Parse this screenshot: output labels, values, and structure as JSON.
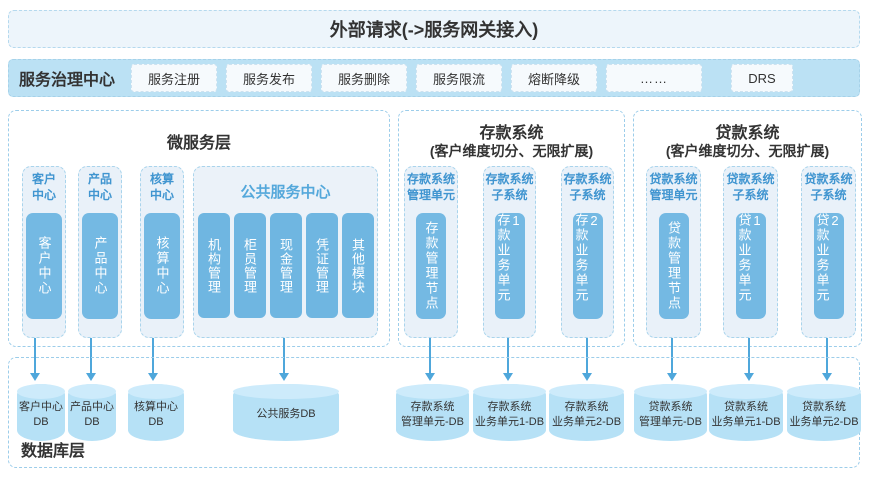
{
  "colors": {
    "accent_blue": "#74b9e3",
    "bar_blue": "#bbe1f4",
    "panel_border_blue": "#9ccdea",
    "header_text_blue": "#4095d0",
    "cylinder_blue": "#b6e1f6",
    "arrow_blue": "#4fa7db",
    "text_dark": "#333333"
  },
  "top_banner": {
    "title": "外部请求(->服务网关接入)"
  },
  "governance": {
    "label": "服务治理中心",
    "buttons": [
      "服务注册",
      "服务发布",
      "服务删除",
      "服务限流",
      "熔断降级",
      "……"
    ],
    "drs_label": "DRS"
  },
  "microservice_layer": {
    "title": "微服务层",
    "centers": [
      {
        "header": "客户\n中心",
        "block": "客户中心"
      },
      {
        "header": "产品\n中心",
        "block": "产品中心"
      },
      {
        "header": "核算\n中心",
        "block": "核算中心"
      }
    ],
    "public_center": {
      "title": "公共服务中心",
      "modules": [
        "机构管理",
        "柜员管理",
        "现金管理",
        "凭证管理",
        "其他模块"
      ]
    }
  },
  "deposit_system": {
    "title": "存款系统",
    "subtitle": "(客户维度切分、无限扩展)",
    "units": [
      {
        "header": "存款系统\n管理单元",
        "block": "存款管理节点"
      },
      {
        "header": "存款系统\n子系统",
        "block": "存款业务单元1"
      },
      {
        "header": "存款系统\n子系统",
        "block": "存款业务单元2"
      }
    ]
  },
  "loan_system": {
    "title": "贷款系统",
    "subtitle": "(客户维度切分、无限扩展)",
    "units": [
      {
        "header": "贷款系统\n管理单元",
        "block": "贷款管理节点"
      },
      {
        "header": "贷款系统\n子系统",
        "block": "贷款业务单元1"
      },
      {
        "header": "贷款系统\n子系统",
        "block": "贷款业务单元2"
      }
    ]
  },
  "database_layer": {
    "label": "数据库层",
    "databases": [
      "客户中心\nDB",
      "产品中心\nDB",
      "核算中心\nDB",
      "公共服务DB",
      "存款系统\n管理单元-DB",
      "存款系统\n业务单元1-DB",
      "存款系统\n业务单元2-DB",
      "贷款系统\n管理单元-DB",
      "贷款系统\n业务单元1-DB",
      "贷款系统\n业务单元2-DB"
    ]
  }
}
